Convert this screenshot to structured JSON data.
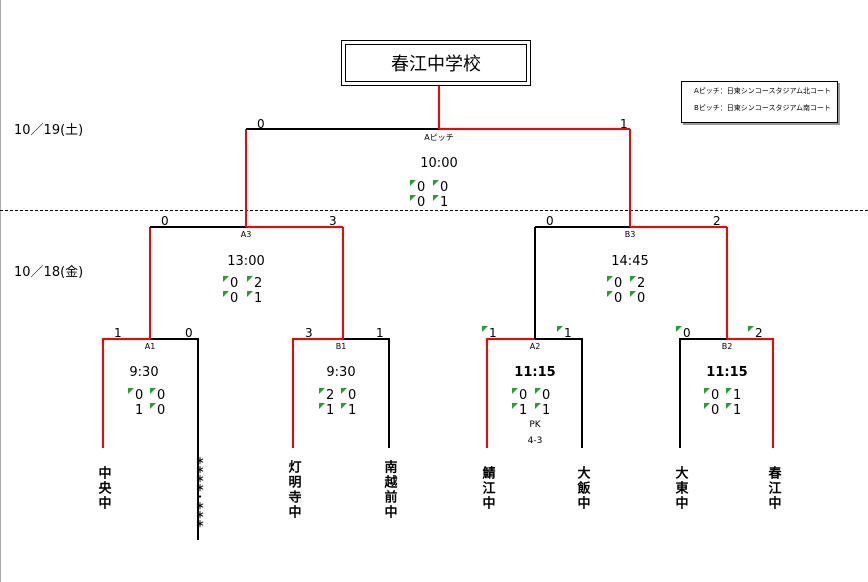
{
  "title": "春江中学校",
  "legend": [
    "Aピッチ：日東シンコースタジアム北コート",
    "Bピッチ：日東シンコースタジアム南コート"
  ],
  "dates": {
    "day2": "10／19(土)",
    "day1": "10／18(金)"
  },
  "teams": [
    "中央中",
    "＊＊＊＊・＊＊＊",
    "灯明寺中",
    "南越前中",
    "鯖江中",
    "大飯中",
    "大東中",
    "春江中"
  ],
  "final": {
    "label": "Aピッチ",
    "time": "10:00",
    "score_left": "0",
    "score_right": "1",
    "h1": "0",
    "h2": "0",
    "h3": "0",
    "h4": "1"
  },
  "semis": [
    {
      "label": "A3",
      "time": "13:00",
      "score_left": "0",
      "score_right": "3",
      "h1": "0",
      "h2": "2",
      "h3": "0",
      "h4": "1"
    },
    {
      "label": "B3",
      "time": "14:45",
      "score_left": "0",
      "score_right": "2",
      "h1": "0",
      "h2": "2",
      "h3": "0",
      "h4": "0"
    }
  ],
  "r1": [
    {
      "label": "A1",
      "time": "9:30",
      "score_left": "1",
      "score_right": "0",
      "h1": "0",
      "h2": "0",
      "h3": "1",
      "h4": "0"
    },
    {
      "label": "B1",
      "time": "9:30",
      "score_left": "3",
      "score_right": "1",
      "h1": "2",
      "h2": "0",
      "h3": "1",
      "h4": "1"
    },
    {
      "label": "A2",
      "time": "11:15",
      "score_left": "1",
      "score_right": "1",
      "h1": "0",
      "h2": "0",
      "h3": "1",
      "h4": "1",
      "pk_label": "PK",
      "pk_score": "4-3"
    },
    {
      "label": "B2",
      "time": "11:15",
      "score_left": "0",
      "score_right": "2",
      "h1": "0",
      "h2": "1",
      "h3": "0",
      "h4": "1"
    }
  ],
  "colors": {
    "winner": "#ff0000",
    "line": "#000000",
    "flag": "#2a9d3a"
  }
}
